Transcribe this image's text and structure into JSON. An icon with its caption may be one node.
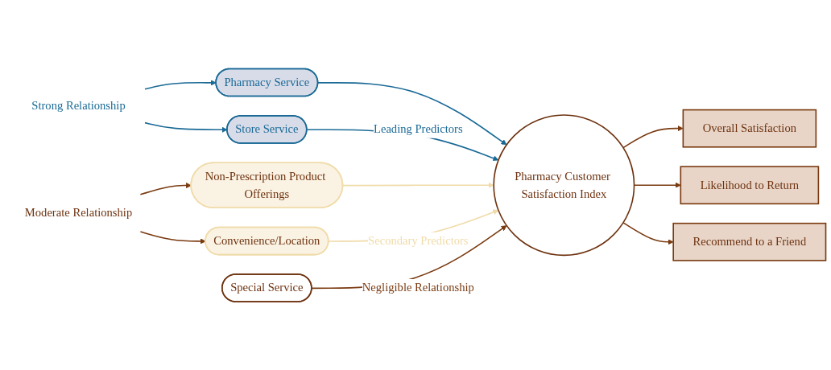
{
  "diagram": {
    "nodes": [
      {
        "text": [
          "Strong Relationship"
        ]
      },
      {
        "text": [
          "Pharmacy Service"
        ]
      },
      {
        "text": [
          "Store Service"
        ]
      },
      {
        "text": [
          "Non-Prescription Product Offerings"
        ]
      },
      {
        "text": [
          "Convenience/Location"
        ]
      },
      {
        "text": [
          "Moderate Relationship"
        ]
      },
      {
        "text": [
          "Pharmacy Customer Satisfaction Index"
        ]
      },
      {
        "text": [
          "Special Service"
        ]
      },
      {
        "text": [
          "Overall Satisfaction"
        ]
      },
      {
        "text": [
          "Likelihood to Return"
        ]
      },
      {
        "text": [
          "Recommend to a Friend"
        ]
      }
    ],
    "edges": [
      {
        "from": 0,
        "to": 1,
        "arrow": "to",
        "color": "#1a6a96"
      },
      {
        "from": 0,
        "to": 2,
        "arrow": "to",
        "color": "#1a6a96"
      },
      {
        "from": 1,
        "to": 6,
        "arrow": "to",
        "color": "#1a6a96"
      },
      {
        "from": 2,
        "to": 6,
        "arrow": "to",
        "label": "Leading Predictors",
        "color": "#1a6a96"
      },
      {
        "from": 3,
        "to": 6,
        "arrow": "to",
        "color": "#f0dcaa"
      },
      {
        "from": 4,
        "to": 6,
        "arrow": "to",
        "label": "Secondary Predictors",
        "color": "#f0dcaa"
      },
      {
        "from": 5,
        "to": 3,
        "arrow": "to"
      },
      {
        "from": 5,
        "to": 4,
        "arrow": "to"
      },
      {
        "from": 7,
        "to": 6,
        "arrow": "to",
        "label": "Negligible Relationship"
      },
      {
        "from": 6,
        "to": 8,
        "arrow": "to"
      },
      {
        "from": 6,
        "to": 9,
        "arrow": "to"
      },
      {
        "from": 6,
        "to": 10,
        "arrow": "to"
      }
    ]
  }
}
